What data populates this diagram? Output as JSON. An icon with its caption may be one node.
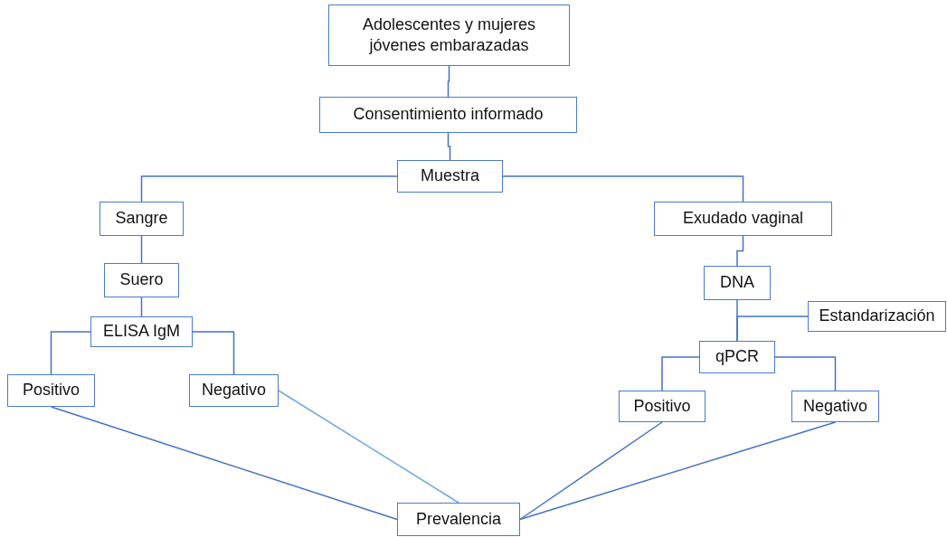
{
  "diagram": {
    "nodes": [
      {
        "text": [
          "Adolescentes y mujeres jóvenes embarazadas"
        ]
      },
      {
        "text": [
          "Consentimiento informado"
        ]
      },
      {
        "text": [
          "Muestra"
        ]
      },
      {
        "text": [
          "Sangre"
        ]
      },
      {
        "text": [
          "Exudado vaginal"
        ]
      },
      {
        "text": [
          "Suero"
        ]
      },
      {
        "text": [
          "DNA"
        ]
      },
      {
        "text": [
          "ELISA IgM"
        ]
      },
      {
        "text": [
          "Estandarización"
        ]
      },
      {
        "text": [
          "qPCR"
        ]
      },
      {
        "text": [
          "Positivo"
        ]
      },
      {
        "text": [
          "Negativo"
        ]
      },
      {
        "text": [
          "Positivo"
        ]
      },
      {
        "text": [
          "Negativo"
        ]
      },
      {
        "text": [
          "Prevalencia"
        ]
      }
    ],
    "edges": [
      {
        "from": 0,
        "to": 1,
        "arrow": "none"
      },
      {
        "from": 1,
        "to": 2,
        "arrow": "none"
      },
      {
        "from": 2,
        "to": 3,
        "arrow": "none"
      },
      {
        "from": 2,
        "to": 4,
        "arrow": "none"
      },
      {
        "from": 3,
        "to": 5,
        "arrow": "none"
      },
      {
        "from": 5,
        "to": 7,
        "arrow": "none"
      },
      {
        "from": 7,
        "to": 10,
        "arrow": "none"
      },
      {
        "from": 7,
        "to": 11,
        "arrow": "none"
      },
      {
        "from": 4,
        "to": 6,
        "arrow": "none"
      },
      {
        "from": 6,
        "to": 9,
        "arrow": "none"
      },
      {
        "from": 8,
        "to": 9,
        "arrow": "none"
      },
      {
        "from": 9,
        "to": 12,
        "arrow": "none"
      },
      {
        "from": 9,
        "to": 13,
        "arrow": "none"
      },
      {
        "from": 10,
        "to": 14,
        "arrow": "none"
      },
      {
        "from": 11,
        "to": 14,
        "arrow": "none",
        "color": "#70a9e0"
      },
      {
        "from": 12,
        "to": 14,
        "arrow": "none"
      },
      {
        "from": 13,
        "to": 14,
        "arrow": "none"
      }
    ]
  }
}
